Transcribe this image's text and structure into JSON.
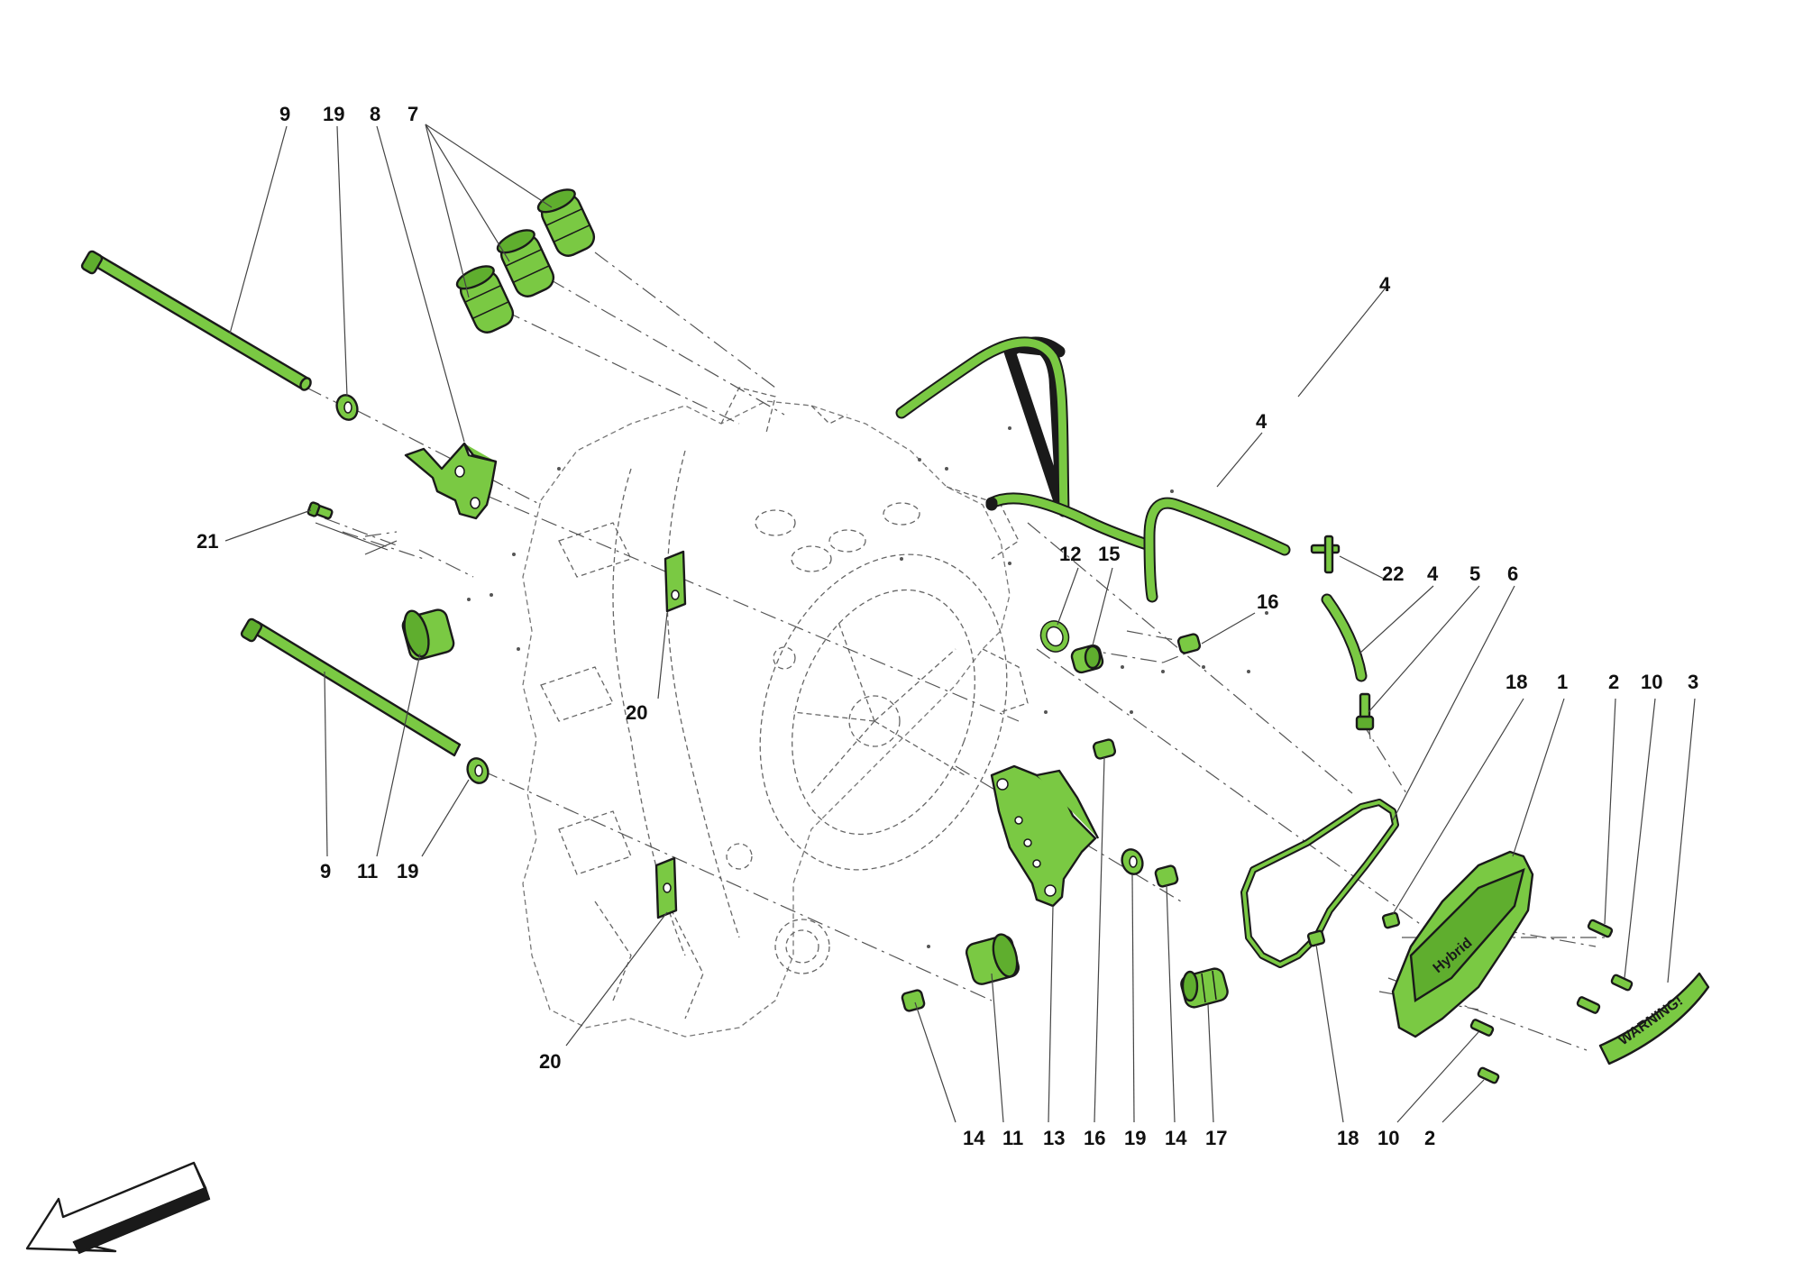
{
  "diagram": {
    "callouts": [
      {
        "id": "c-9-top",
        "text": "9"
      },
      {
        "id": "c-19-top",
        "text": "19"
      },
      {
        "id": "c-8",
        "text": "8"
      },
      {
        "id": "c-7",
        "text": "7"
      },
      {
        "id": "c-21",
        "text": "21"
      },
      {
        "id": "c-20-mid",
        "text": "20"
      },
      {
        "id": "c-9-bot",
        "text": "9"
      },
      {
        "id": "c-11-left",
        "text": "11"
      },
      {
        "id": "c-19-left",
        "text": "19"
      },
      {
        "id": "c-20-bot",
        "text": "20"
      },
      {
        "id": "c-4-top",
        "text": "4"
      },
      {
        "id": "c-4-mid",
        "text": "4"
      },
      {
        "id": "c-12",
        "text": "12"
      },
      {
        "id": "c-15",
        "text": "15"
      },
      {
        "id": "c-16-right",
        "text": "16"
      },
      {
        "id": "c-22",
        "text": "22"
      },
      {
        "id": "c-4-right",
        "text": "4"
      },
      {
        "id": "c-5",
        "text": "5"
      },
      {
        "id": "c-6",
        "text": "6"
      },
      {
        "id": "c-18-top",
        "text": "18"
      },
      {
        "id": "c-1",
        "text": "1"
      },
      {
        "id": "c-2-top",
        "text": "2"
      },
      {
        "id": "c-10-top",
        "text": "10"
      },
      {
        "id": "c-3",
        "text": "3"
      },
      {
        "id": "c-14-a",
        "text": "14"
      },
      {
        "id": "c-11-b",
        "text": "11"
      },
      {
        "id": "c-13",
        "text": "13"
      },
      {
        "id": "c-16-b",
        "text": "16"
      },
      {
        "id": "c-19-b",
        "text": "19"
      },
      {
        "id": "c-14-b",
        "text": "14"
      },
      {
        "id": "c-17",
        "text": "17"
      },
      {
        "id": "c-18-b",
        "text": "18"
      },
      {
        "id": "c-10-b",
        "text": "10"
      },
      {
        "id": "c-2-b",
        "text": "2"
      }
    ],
    "warning_label_text": "WARNING!",
    "cover_logo_text": "Hybrid",
    "colors": {
      "part_fill": "#7ac943",
      "outline": "#1a1a1a",
      "ghost": "#666666"
    },
    "direction_icon": "arrow-down-left-icon"
  }
}
